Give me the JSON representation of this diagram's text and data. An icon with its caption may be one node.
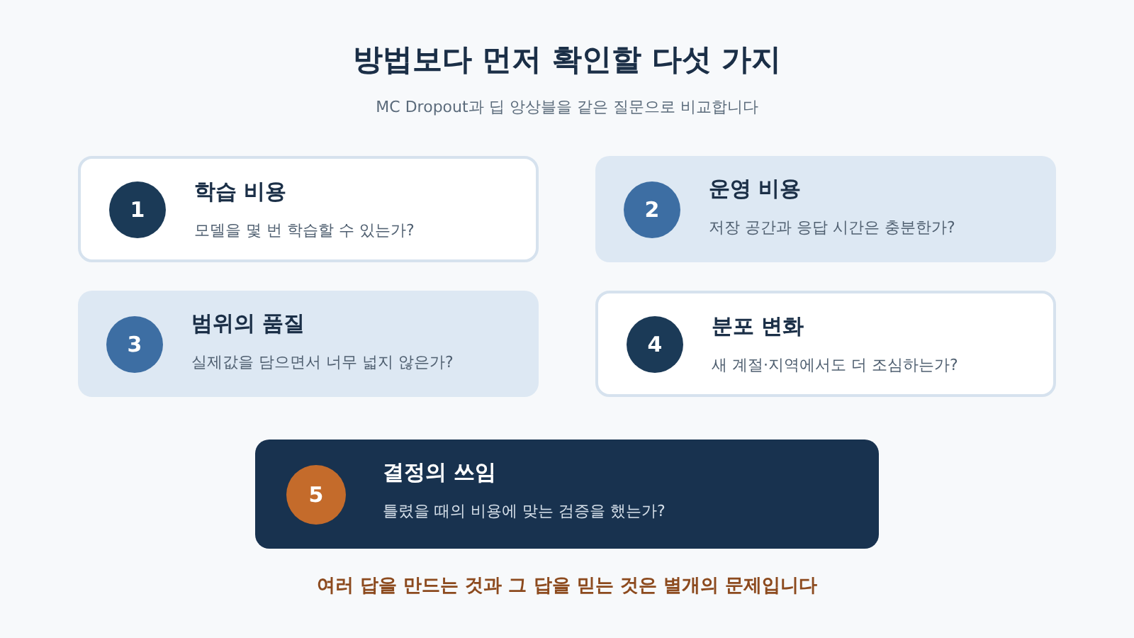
{
  "diagram": {
    "title": "방법보다 먼저 확인할 다섯 가지",
    "nodes": [
      {
        "text": [
          "학습 비용",
          "모델을 몇 번 학습할 수 있는가?"
        ]
      },
      {
        "text": [
          "1"
        ],
        "in": 0
      },
      {
        "text": [
          "운영 비용",
          "저장 공간과 응답 시간은 충분한가?"
        ]
      },
      {
        "text": [
          "2"
        ],
        "in": 2
      },
      {
        "text": [
          "범위의 품질",
          "실제값을 담으면서 너무 넓지 않은가?"
        ]
      },
      {
        "text": [
          "3"
        ],
        "in": 4
      },
      {
        "text": [
          "분포 변화",
          "새 계절·지역에서도 더 조심하는가?"
        ]
      },
      {
        "text": [
          "4"
        ],
        "in": 6
      },
      {
        "text": [
          "결정의 쓰임",
          "틀렸을 때의 비용에 맞는 검증을 했는가?"
        ]
      },
      {
        "text": [
          "5"
        ],
        "in": 8
      }
    ],
    "labels": [
      "MC Dropout과 딥 앙상블을 같은 질문으로 비교합니다",
      "여러 답을 만드는 것과 그 답을 믿는 것은 별개의 문제입니다"
    ]
  }
}
